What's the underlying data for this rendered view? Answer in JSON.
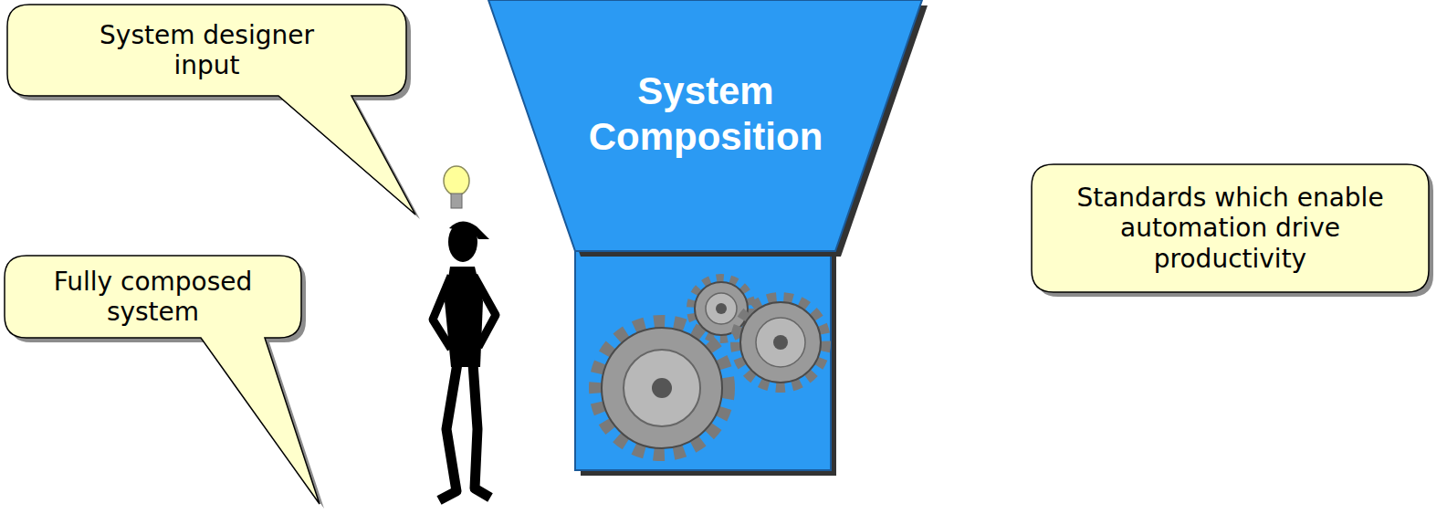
{
  "diagram": {
    "nodes": [
      {
        "text": [
          "System designer input"
        ]
      },
      {
        "text": [
          "System Composition"
        ]
      },
      {
        "text": [
          "Standards which enable automation drive productivity"
        ]
      },
      {
        "text": [
          "Fully composed system"
        ]
      }
    ]
  }
}
